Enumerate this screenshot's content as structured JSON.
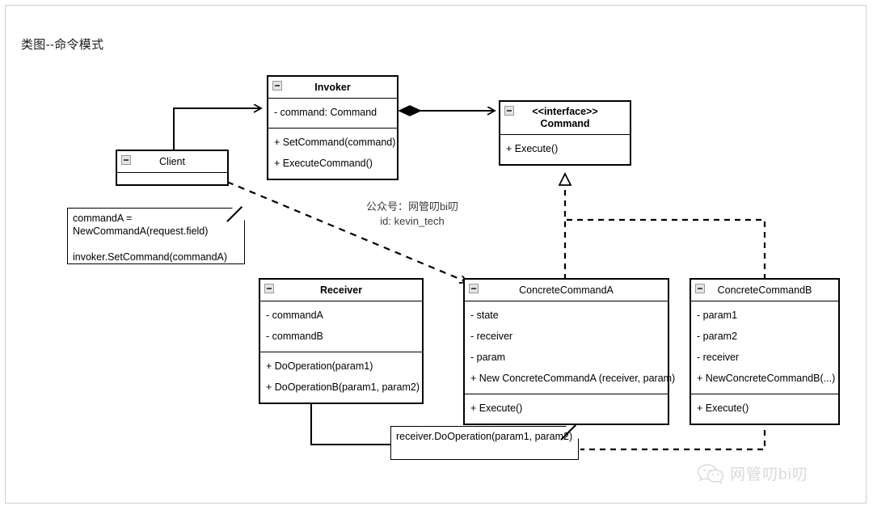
{
  "page": {
    "title": "类图--命令模式"
  },
  "watermarks": {
    "center": "公众号：网管叨bi叨\nid: kevin_tech",
    "logo_text": "网管叨bi叨",
    "logo_icon": "wechat-bubble-icon"
  },
  "classes": {
    "invoker": {
      "name": "Invoker",
      "bold": true,
      "attributes": [
        "- command: Command"
      ],
      "methods": [
        "+ SetCommand(command)",
        "+ ExecuteCommand()"
      ]
    },
    "command": {
      "stereotype": "<<interface>>",
      "name": "Command",
      "bold": true,
      "methods": [
        "+ Execute()"
      ]
    },
    "client": {
      "name": "Client",
      "bold": false,
      "attributes": [],
      "methods": []
    },
    "receiver": {
      "name": "Receiver",
      "bold": true,
      "attributes": [
        "- commandA",
        "- commandB"
      ],
      "methods": [
        "+ DoOperation(param1)",
        "+ DoOperationB(param1, param2)"
      ]
    },
    "concrete_command_a": {
      "name": "ConcreteCommandA",
      "bold": false,
      "attributes": [
        "- state",
        "- receiver",
        "- param"
      ],
      "constructor": "+ New ConcreteCommandA (receiver, param)",
      "methods": [
        "+ Execute()"
      ]
    },
    "concrete_command_b": {
      "name": "ConcreteCommandB",
      "bold": false,
      "attributes": [
        "- param1",
        "- param2",
        "- receiver"
      ],
      "constructor": "+ NewConcreteCommandB(...)",
      "methods": [
        "+ Execute()"
      ]
    }
  },
  "notes": {
    "client_note": "commandA =\nNewCommandA(request.field)\n\ninvoker.SetCommand(commandA)",
    "receiver_note": "receiver.DoOperation(param1, param2)"
  },
  "relations": [
    {
      "name": "client-to-invoker",
      "kind": "association",
      "from": "Client",
      "to": "Invoker",
      "style": "solid",
      "arrow": "open"
    },
    {
      "name": "invoker-to-command",
      "kind": "composition",
      "from": "Invoker",
      "to": "Command",
      "style": "solid",
      "arrow": "open",
      "source_decoration": "filled-diamond"
    },
    {
      "name": "concretecommanda-to-command",
      "kind": "realization",
      "from": "ConcreteCommandA",
      "to": "Command",
      "style": "dashed",
      "arrow": "hollow-triangle"
    },
    {
      "name": "concretecommandb-to-command",
      "kind": "realization",
      "from": "ConcreteCommandB",
      "to": "Command",
      "style": "dashed",
      "arrow": "hollow-triangle"
    },
    {
      "name": "client-to-concretecommanda",
      "kind": "dependency",
      "from": "Client",
      "to": "ConcreteCommandA",
      "style": "dashed",
      "arrow": "open"
    },
    {
      "name": "note-to-receiver",
      "kind": "note-link",
      "from": "receiver-note",
      "to": "Receiver",
      "style": "solid",
      "arrow": "open"
    },
    {
      "name": "concretecommandb-to-note",
      "kind": "note-link",
      "from": "ConcreteCommandB",
      "to": "receiver-note",
      "style": "dashed",
      "arrow": "none"
    }
  ],
  "colors": {
    "line": "#000000",
    "background": "#ffffff",
    "frame": "#d0d0d0",
    "watermark": "#d9d9d9"
  }
}
